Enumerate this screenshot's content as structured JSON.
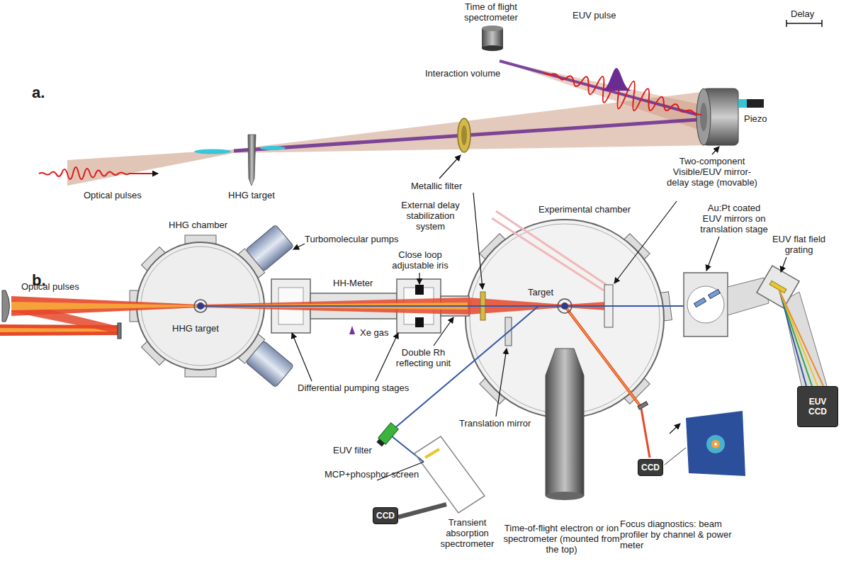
{
  "diagram": {
    "nodes": [
      {
        "text": [
          "EUV CCD"
        ]
      },
      {
        "text": [
          "CCD"
        ]
      },
      {
        "text": [
          "CCD"
        ]
      }
    ],
    "labels": [
      "a.",
      "Time of flight spectrometer",
      "EUV pulse",
      "Delay",
      "Interaction volume",
      "Piezo",
      "Optical pulses",
      "HHG target",
      "b.",
      "HHG chamber",
      "Turbomolecular pumps",
      "Optical pulses",
      "HHG target",
      "HH-Meter",
      "Xe gas",
      "Differential pumping stages",
      "Metallic filter",
      "Close loop adjustable iris",
      "Double Rh reflecting unit",
      "External delay stabilization system",
      "Experimental chamber",
      "Target",
      "Two-component Visible/EUV mirror-delay stage (movable)",
      "Au:Pt coated EUV mirrors on translation stage",
      "EUV flat field grating",
      "EUV filter",
      "MCP+phosphor screen",
      "Transient absorption spectrometer",
      "Translation mirror",
      "Time-of-flight electron or ion spectrometer (mounted from the top)",
      "Focus diagnostics: beam profiler by channel & power meter"
    ]
  }
}
